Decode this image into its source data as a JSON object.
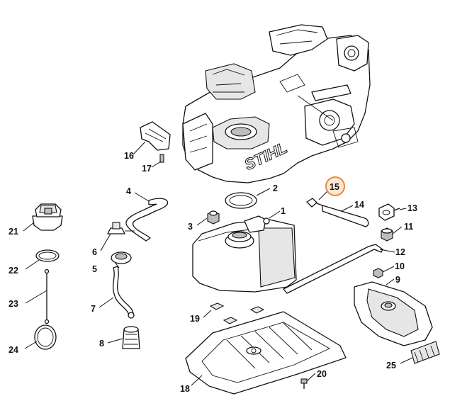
{
  "diagram": {
    "brand_text": "STIHL",
    "highlight_color": "#e8893a",
    "callouts": [
      {
        "id": "1",
        "label": "1"
      },
      {
        "id": "2",
        "label": "2"
      },
      {
        "id": "3",
        "label": "3"
      },
      {
        "id": "4",
        "label": "4"
      },
      {
        "id": "5",
        "label": "5"
      },
      {
        "id": "6",
        "label": "6"
      },
      {
        "id": "7",
        "label": "7"
      },
      {
        "id": "8",
        "label": "8"
      },
      {
        "id": "9",
        "label": "9"
      },
      {
        "id": "10",
        "label": "10"
      },
      {
        "id": "11",
        "label": "11"
      },
      {
        "id": "12",
        "label": "12"
      },
      {
        "id": "13",
        "label": "13"
      },
      {
        "id": "14",
        "label": "14"
      },
      {
        "id": "15",
        "label": "15",
        "highlighted": true
      },
      {
        "id": "16",
        "label": "16"
      },
      {
        "id": "17",
        "label": "17"
      },
      {
        "id": "18",
        "label": "18"
      },
      {
        "id": "19",
        "label": "19"
      },
      {
        "id": "20",
        "label": "20"
      },
      {
        "id": "21",
        "label": "21"
      },
      {
        "id": "22",
        "label": "22"
      },
      {
        "id": "23",
        "label": "23"
      },
      {
        "id": "24",
        "label": "24"
      },
      {
        "id": "25",
        "label": "25"
      }
    ]
  }
}
